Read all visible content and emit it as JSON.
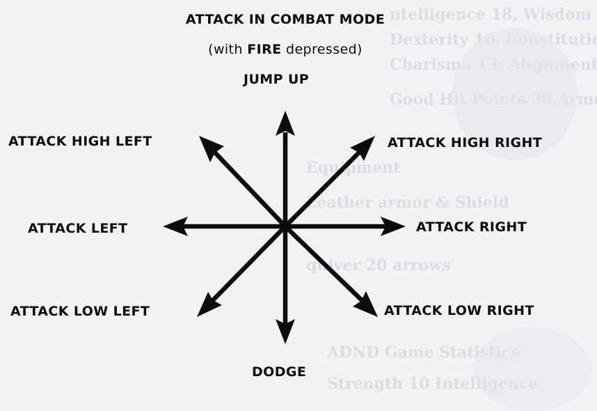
{
  "title": "ATTACK IN COMBAT MODE",
  "subtitle": {
    "prefix": "(with ",
    "emphasis": "FIRE",
    "suffix": " depressed)"
  },
  "directions": {
    "up": "JUMP UP",
    "up_left": "ATTACK HIGH LEFT",
    "up_right": "ATTACK HIGH RIGHT",
    "left": "ATTACK LEFT",
    "right": "ATTACK RIGHT",
    "down_left": "ATTACK LOW LEFT",
    "down_right": "ATTACK LOW RIGHT",
    "down": "DODGE"
  },
  "colors": {
    "ink": "#0c0c0c",
    "paper": "#f1f2f4"
  }
}
